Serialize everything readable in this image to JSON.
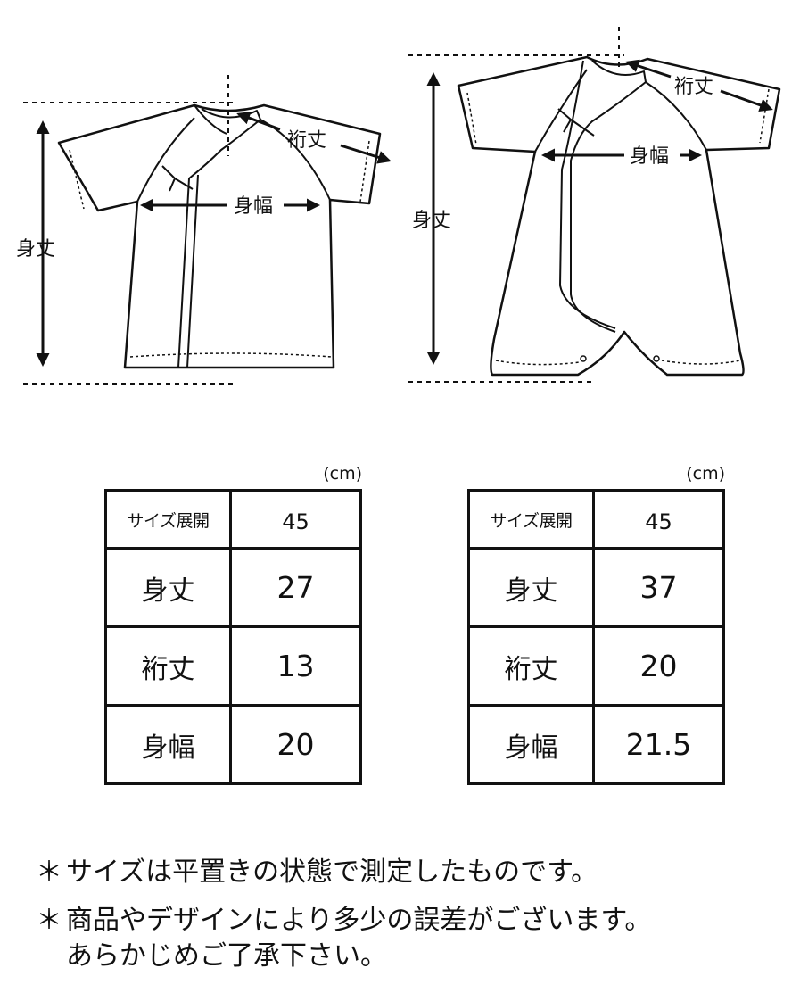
{
  "figures": {
    "left": {
      "body_length_label": "身丈",
      "sleeve_length_label": "裄丈",
      "body_width_label": "身幅"
    },
    "right": {
      "body_length_label": "身丈",
      "sleeve_length_label": "裄丈",
      "body_width_label": "身幅"
    }
  },
  "tables": [
    {
      "unit": "(cm)",
      "header": {
        "label": "サイズ展開",
        "value": "45"
      },
      "rows": [
        {
          "label": "身丈",
          "value": "27"
        },
        {
          "label": "裄丈",
          "value": "13"
        },
        {
          "label": "身幅",
          "value": "20"
        }
      ]
    },
    {
      "unit": "(cm)",
      "header": {
        "label": "サイズ展開",
        "value": "45"
      },
      "rows": [
        {
          "label": "身丈",
          "value": "37"
        },
        {
          "label": "裄丈",
          "value": "20"
        },
        {
          "label": "身幅",
          "value": "21.5"
        }
      ]
    }
  ],
  "notes": {
    "bullet": "＊",
    "line1": "サイズは平置きの状態で測定したものです。",
    "line2a": "商品やデザインにより多少の誤差がございます。",
    "line2b": "あらかじめご了承下さい。"
  }
}
